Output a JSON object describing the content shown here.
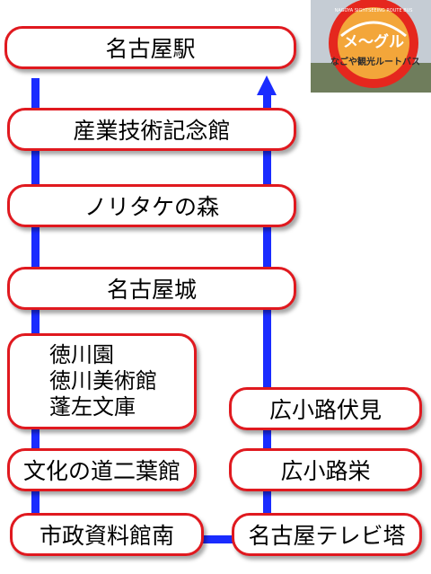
{
  "route": {
    "stations": [
      {
        "label": "名古屋駅"
      },
      {
        "label": "産業技術記念館"
      },
      {
        "label": "ノリタケの森"
      },
      {
        "label": "名古屋城"
      },
      {
        "label_lines": [
          "徳川園",
          "徳川美術館",
          "蓬左文庫"
        ]
      },
      {
        "label": "文化の道二葉館"
      },
      {
        "label": "市政資料館南"
      },
      {
        "label": "名古屋テレビ塔"
      },
      {
        "label": "広小路栄"
      },
      {
        "label": "広小路伏見"
      }
    ]
  },
  "photo": {
    "sign_text": "メ〜グル",
    "sign_subtext": "なごや観光ルートバス",
    "sign_ring_text": "NAGOYA SIGHTSEEING ROUTE BUS",
    "sign_colors": {
      "outer": "#e5271e",
      "inner": "#f3a63a",
      "text": "#ffffff"
    }
  },
  "colors": {
    "route_line": "#1a2cff",
    "box_border": "#e0191f"
  }
}
